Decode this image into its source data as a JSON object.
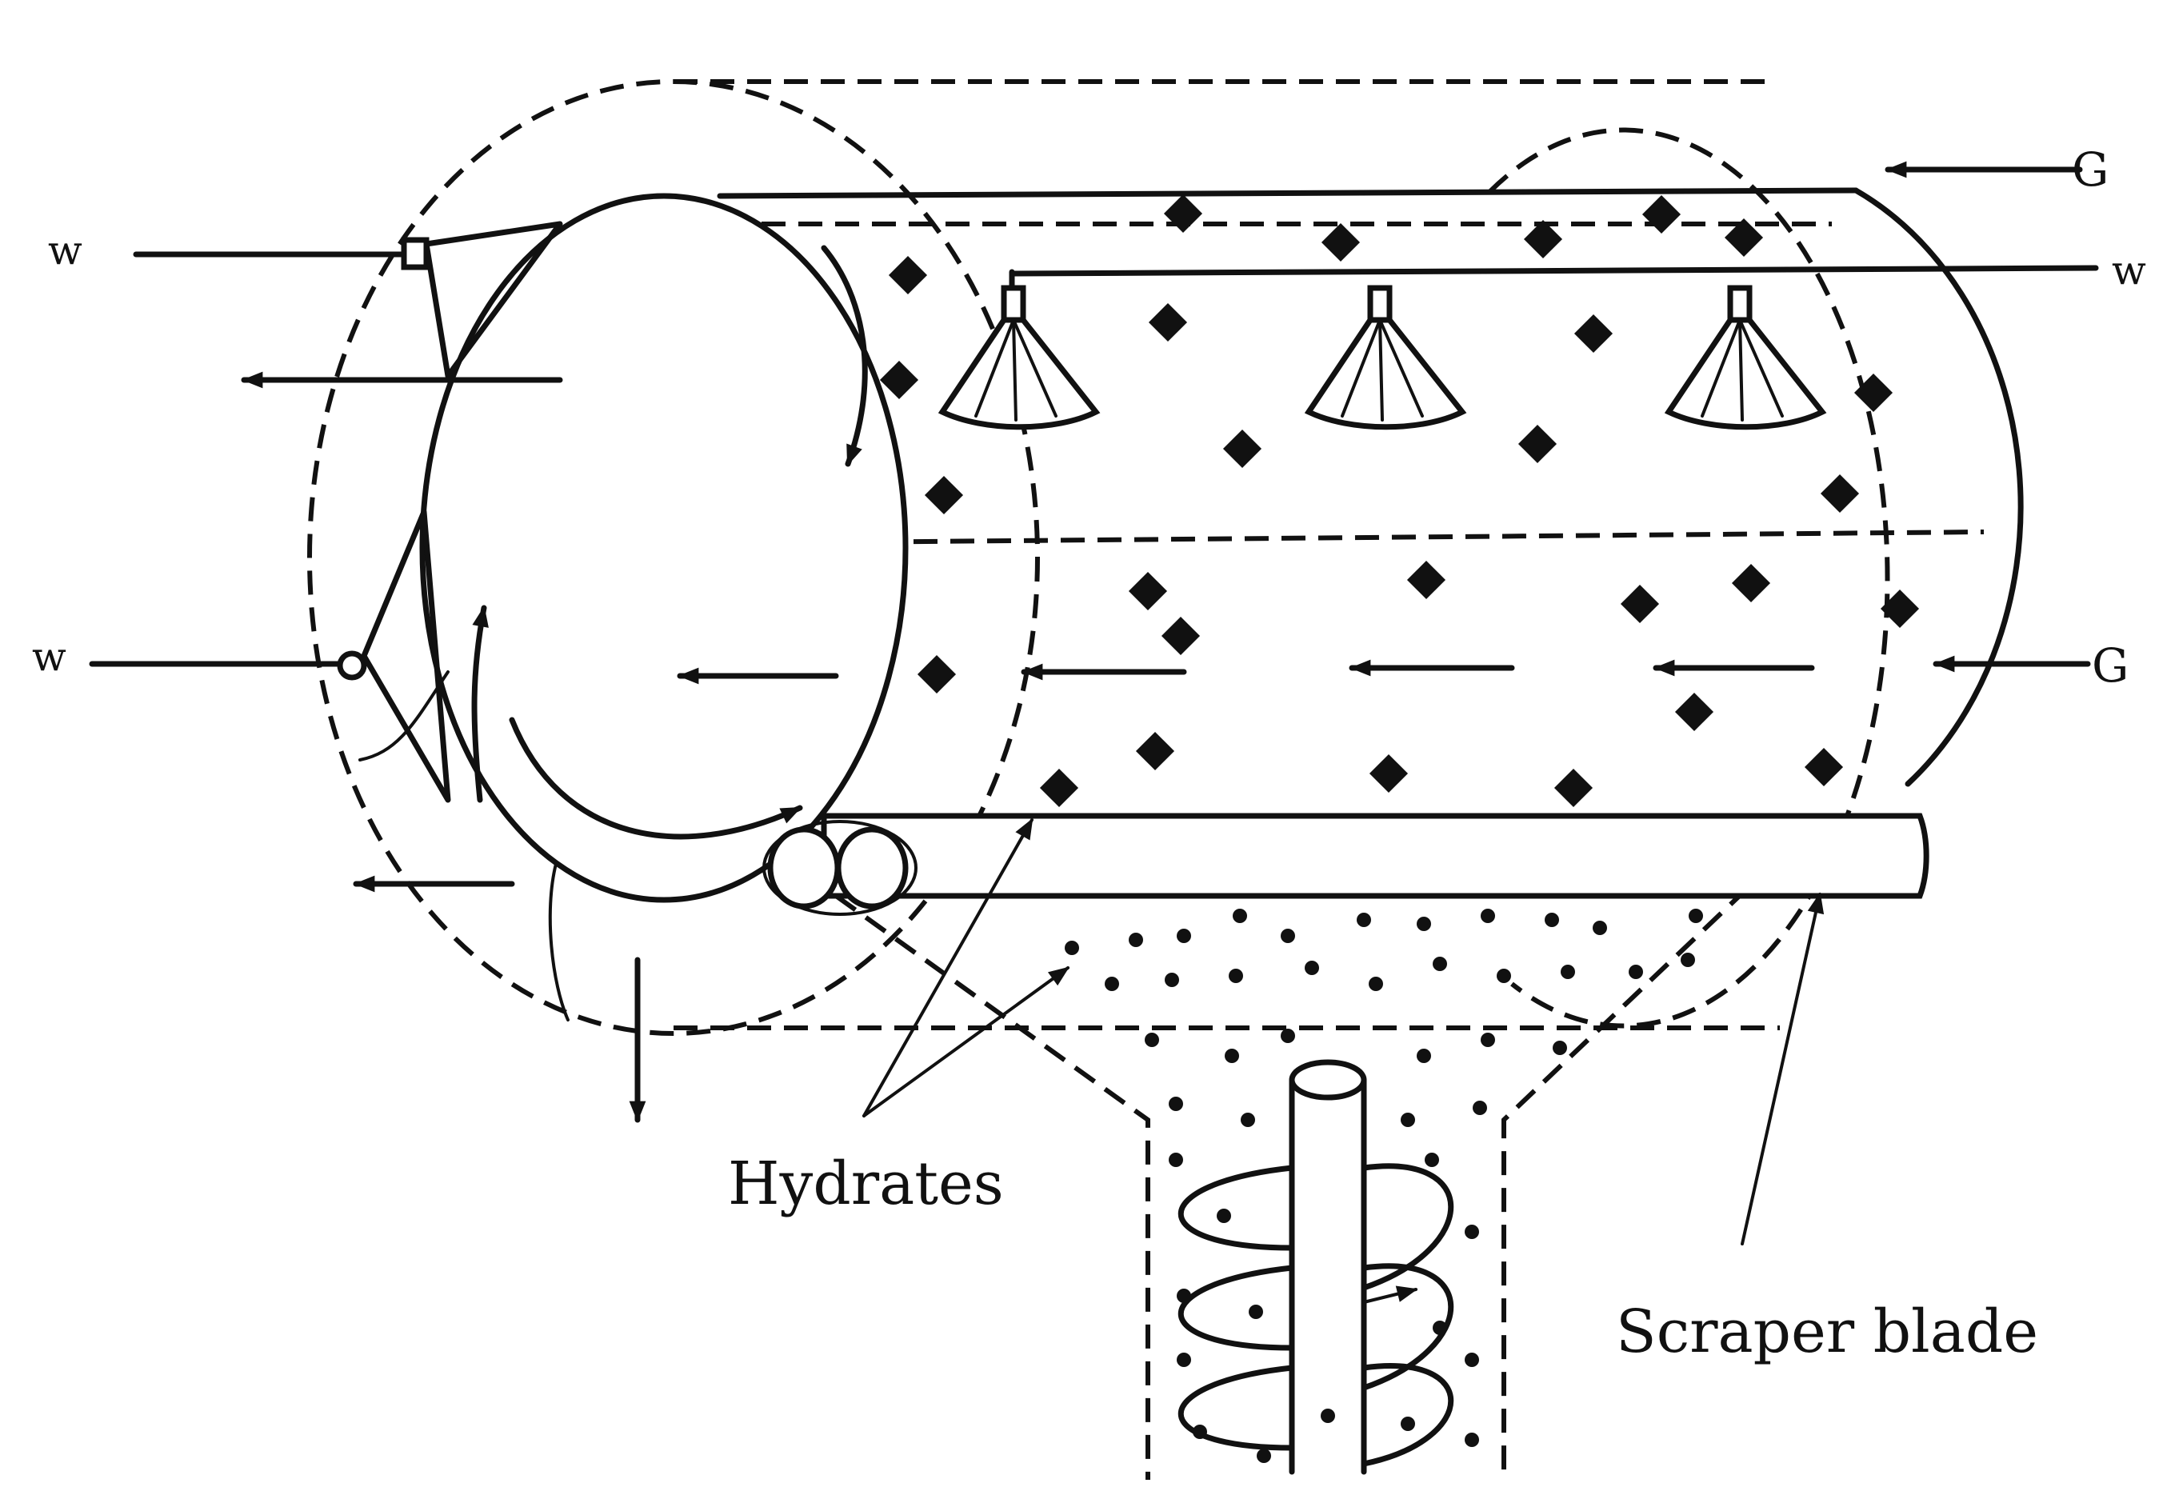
{
  "labels": {
    "hydrates": "Hydrates",
    "scraper_blade": "Scraper blade",
    "gas_in_top": "G",
    "gas_in_bottom": "G",
    "water_in_left_top": "w",
    "water_in_left_bottom": "w",
    "water_in_right": "w"
  }
}
